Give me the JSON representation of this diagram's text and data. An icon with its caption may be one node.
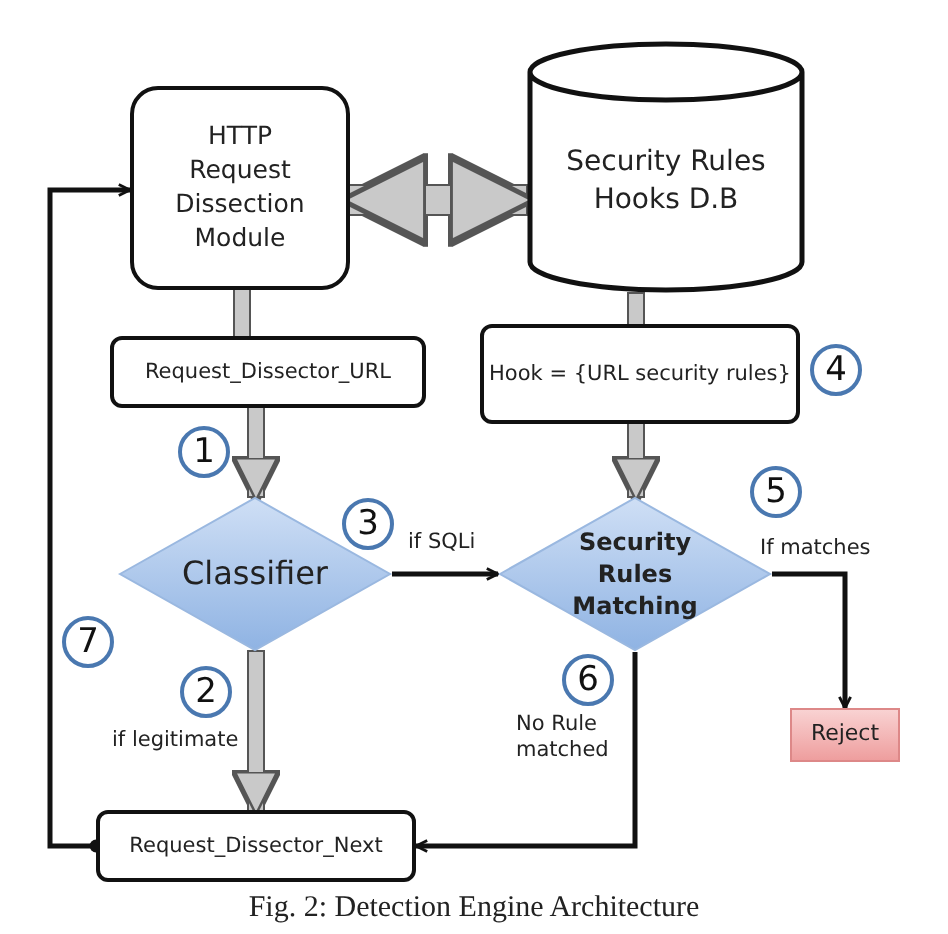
{
  "diagram": {
    "caption": "Fig. 2: Detection Engine Architecture",
    "nodes": [
      {
        "text": [
          "HTTP Request Dissection Module"
        ]
      },
      {
        "text": [
          "Security Rules Hooks D.B"
        ]
      },
      {
        "text": [
          "Request_Dissector_URL"
        ]
      },
      {
        "text": [
          "Hook = {URL security rules}"
        ]
      },
      {
        "text": [
          "Classifier"
        ]
      },
      {
        "text": [
          "Security Rules Matching"
        ]
      },
      {
        "text": [
          "Reject"
        ]
      },
      {
        "text": [
          "Request_Dissector_Next"
        ]
      }
    ],
    "edges": [
      {
        "from": 0,
        "to": 1,
        "arrow": "both",
        "style": "thick"
      },
      {
        "from": 0,
        "to": 2,
        "arrow": "none"
      },
      {
        "from": 2,
        "to": 4,
        "arrow": "to"
      },
      {
        "from": 1,
        "to": 3,
        "arrow": "none"
      },
      {
        "from": 3,
        "to": 5,
        "arrow": "to"
      },
      {
        "from": 4,
        "to": 5,
        "arrow": "to",
        "label": "if SQLi",
        "color": "#111111"
      },
      {
        "from": 4,
        "to": 7,
        "arrow": "to",
        "label": "if legitimate"
      },
      {
        "from": 5,
        "to": 6,
        "arrow": "to",
        "label": "If matches",
        "color": "#111111"
      },
      {
        "from": 5,
        "to": 7,
        "arrow": "to",
        "label": "No Rule matched",
        "color": "#111111"
      },
      {
        "from": 7,
        "to": 0,
        "arrow": "to",
        "color": "#111111"
      }
    ],
    "labels": [
      "1",
      "2",
      "3",
      "4",
      "5",
      "6",
      "7"
    ]
  }
}
